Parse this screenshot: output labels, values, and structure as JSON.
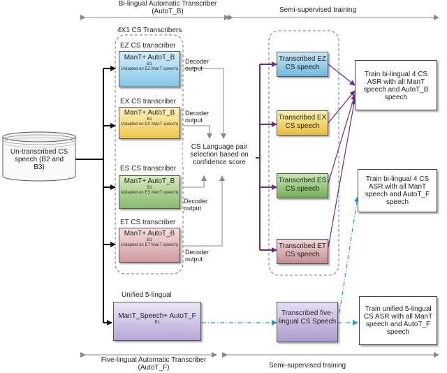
{
  "header": {
    "left_title": "Bi-lingual Automatic Transcriber (AutoT_B)",
    "right_title": "Semi-supervised training"
  },
  "footer": {
    "left_title": "Five-lingual Automatic Transcriber (AutoT_F)",
    "right_title": "Semi-supervised training"
  },
  "group_title": "4X1 CS Transcribers",
  "source": {
    "label": "Un-transcribed CS speech (B2 and B3)"
  },
  "transcribers": [
    {
      "title": "EZ CS transcriber",
      "name": "ManT+ AutoT_B",
      "sub": "B1",
      "note": "(Adapted on EZ ManT speech)",
      "output": "Decoder output"
    },
    {
      "title": "EX CS transcriber",
      "name": "ManT+ AutoT_B",
      "sub": "B1",
      "note": "(Adapted on EX ManT speech)",
      "output": "Decoder output"
    },
    {
      "title": "ES CS transcriber",
      "name": "ManT+ AutoT_B",
      "sub": "B1",
      "note": "(Adapted on ES ManT speech)",
      "output": "Decoder output"
    },
    {
      "title": "ET CS transcriber",
      "name": "ManT+ AutoT_B",
      "sub": "B1",
      "note": "(Adapted on ET ManT speech)",
      "output": "Decoder output"
    }
  ],
  "selector": {
    "label": "CS Language pair selection based on confidence score"
  },
  "transcribed": [
    {
      "label": "Transcribed EZ CS speech"
    },
    {
      "label": "Transcribed EX CS speech"
    },
    {
      "label": "Transcribed ES CS speech"
    },
    {
      "label": "Transcribed ET CS speech"
    }
  ],
  "unified": {
    "title": "Unified 5-lingual",
    "name": "ManT_Speech+ AutoT_F",
    "sub": "B1",
    "transcribed": "Transcribed five-lingual CS Speech"
  },
  "training": [
    {
      "label": "Train bi-lingual 4 CS ASR with all ManT speech and AutoT_B speech"
    },
    {
      "label": "Train bi-lingual 4 CS ASR with all ManT speech and AutoT_F speech"
    },
    {
      "label": "Train unified 5-lingual CS ASR with all ManT speech and AutoT_F speech"
    }
  ]
}
